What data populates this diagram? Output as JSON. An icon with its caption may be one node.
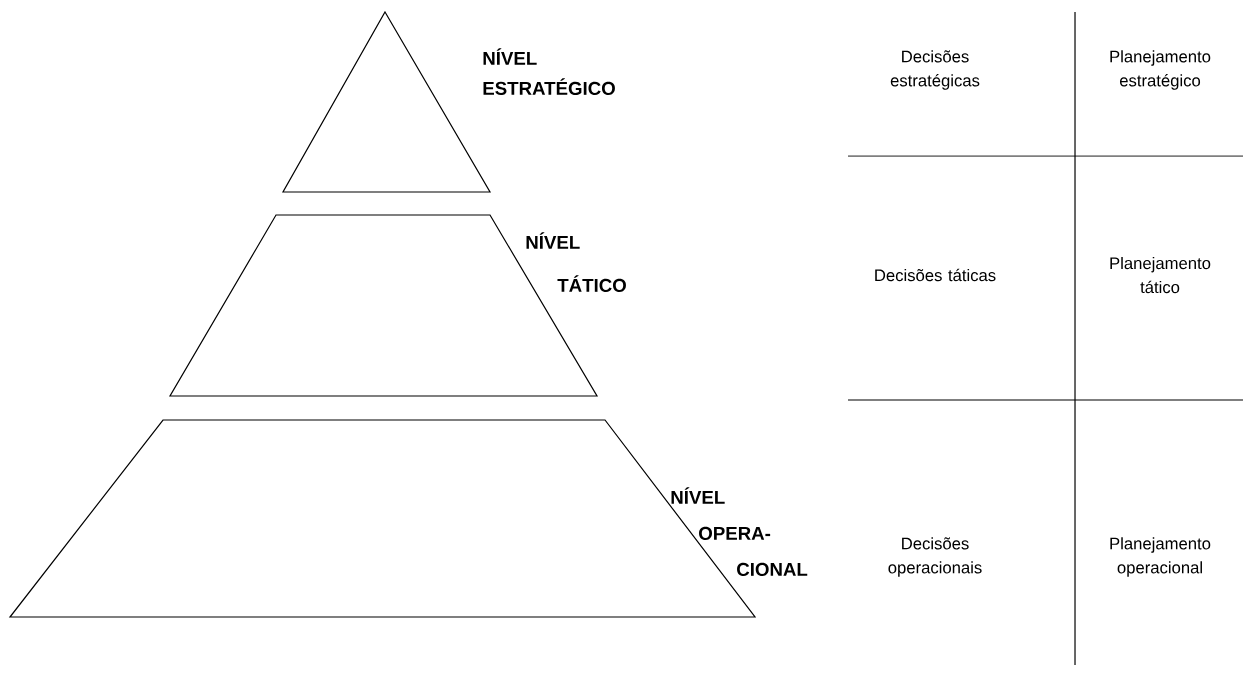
{
  "diagram": {
    "nodes": [
      {
        "text": [
          "NÍVEL ESTRATÉGICO"
        ]
      },
      {
        "text": [
          "NÍVEL TÁTICO"
        ]
      },
      {
        "text": [
          "NÍVEL OPERA- CIONAL"
        ]
      }
    ],
    "edges": [],
    "labels": [
      "Decisões estratégicas",
      "Planejamento estratégico",
      "Decisões táticas",
      "Planejamento tático",
      "Decisões operacionais",
      "Planejamento operacional"
    ]
  }
}
